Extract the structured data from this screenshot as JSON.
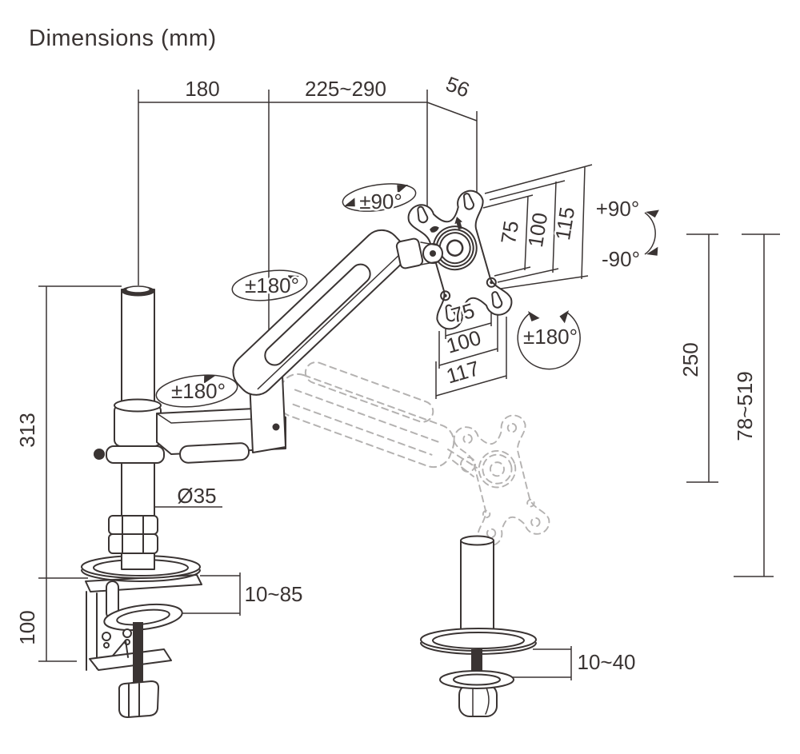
{
  "title": "Dimensions (mm)",
  "colors": {
    "line": "#3a3433",
    "ghost": "#b4b2b1",
    "background": "#ffffff"
  },
  "dimensions": {
    "top": {
      "pole_to_elbow": "180",
      "arm_reach": "225~290",
      "head_offset": "56"
    },
    "vesa": {
      "vertical": {
        "inner": "75",
        "middle": "100",
        "outer": "115"
      },
      "horizontal": {
        "inner": "75",
        "middle": "100",
        "outer": "117"
      }
    },
    "right": {
      "upper_arm_length": "250",
      "height_range": "78~519"
    },
    "left": {
      "pole_height": "313",
      "clamp_height": "100"
    },
    "clamp": {
      "desk_thickness_range": "10~85",
      "pole_diameter": "Ø35"
    },
    "grommet": {
      "desk_thickness_range": "10~40"
    }
  },
  "rotations": {
    "head_swivel": "±90°",
    "upper_arm_swivel": "±180°",
    "lower_arm_swivel": "±180°",
    "vesa_plate_rotation": "±180°",
    "tilt_up": "+90°",
    "tilt_down": "-90°"
  }
}
